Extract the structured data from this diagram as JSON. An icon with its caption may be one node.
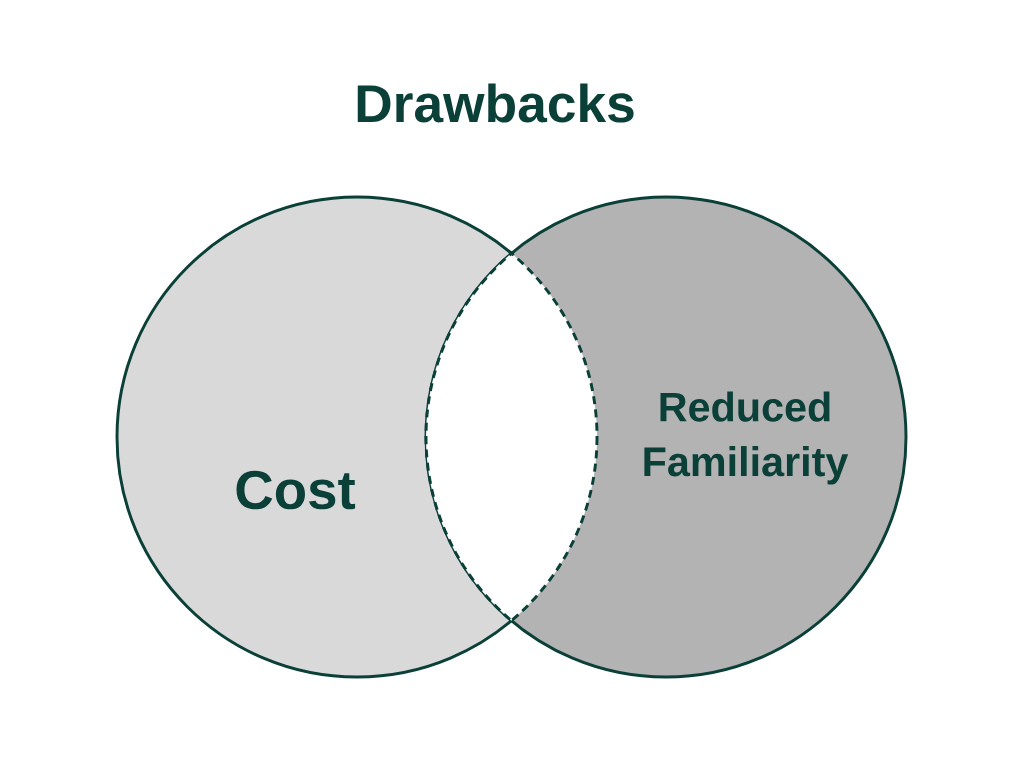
{
  "diagram": {
    "title": "Drawbacks",
    "nodes": [
      {
        "text": [
          "Cost"
        ]
      },
      {
        "text": [
          "Reduced Familiarity"
        ]
      }
    ]
  }
}
